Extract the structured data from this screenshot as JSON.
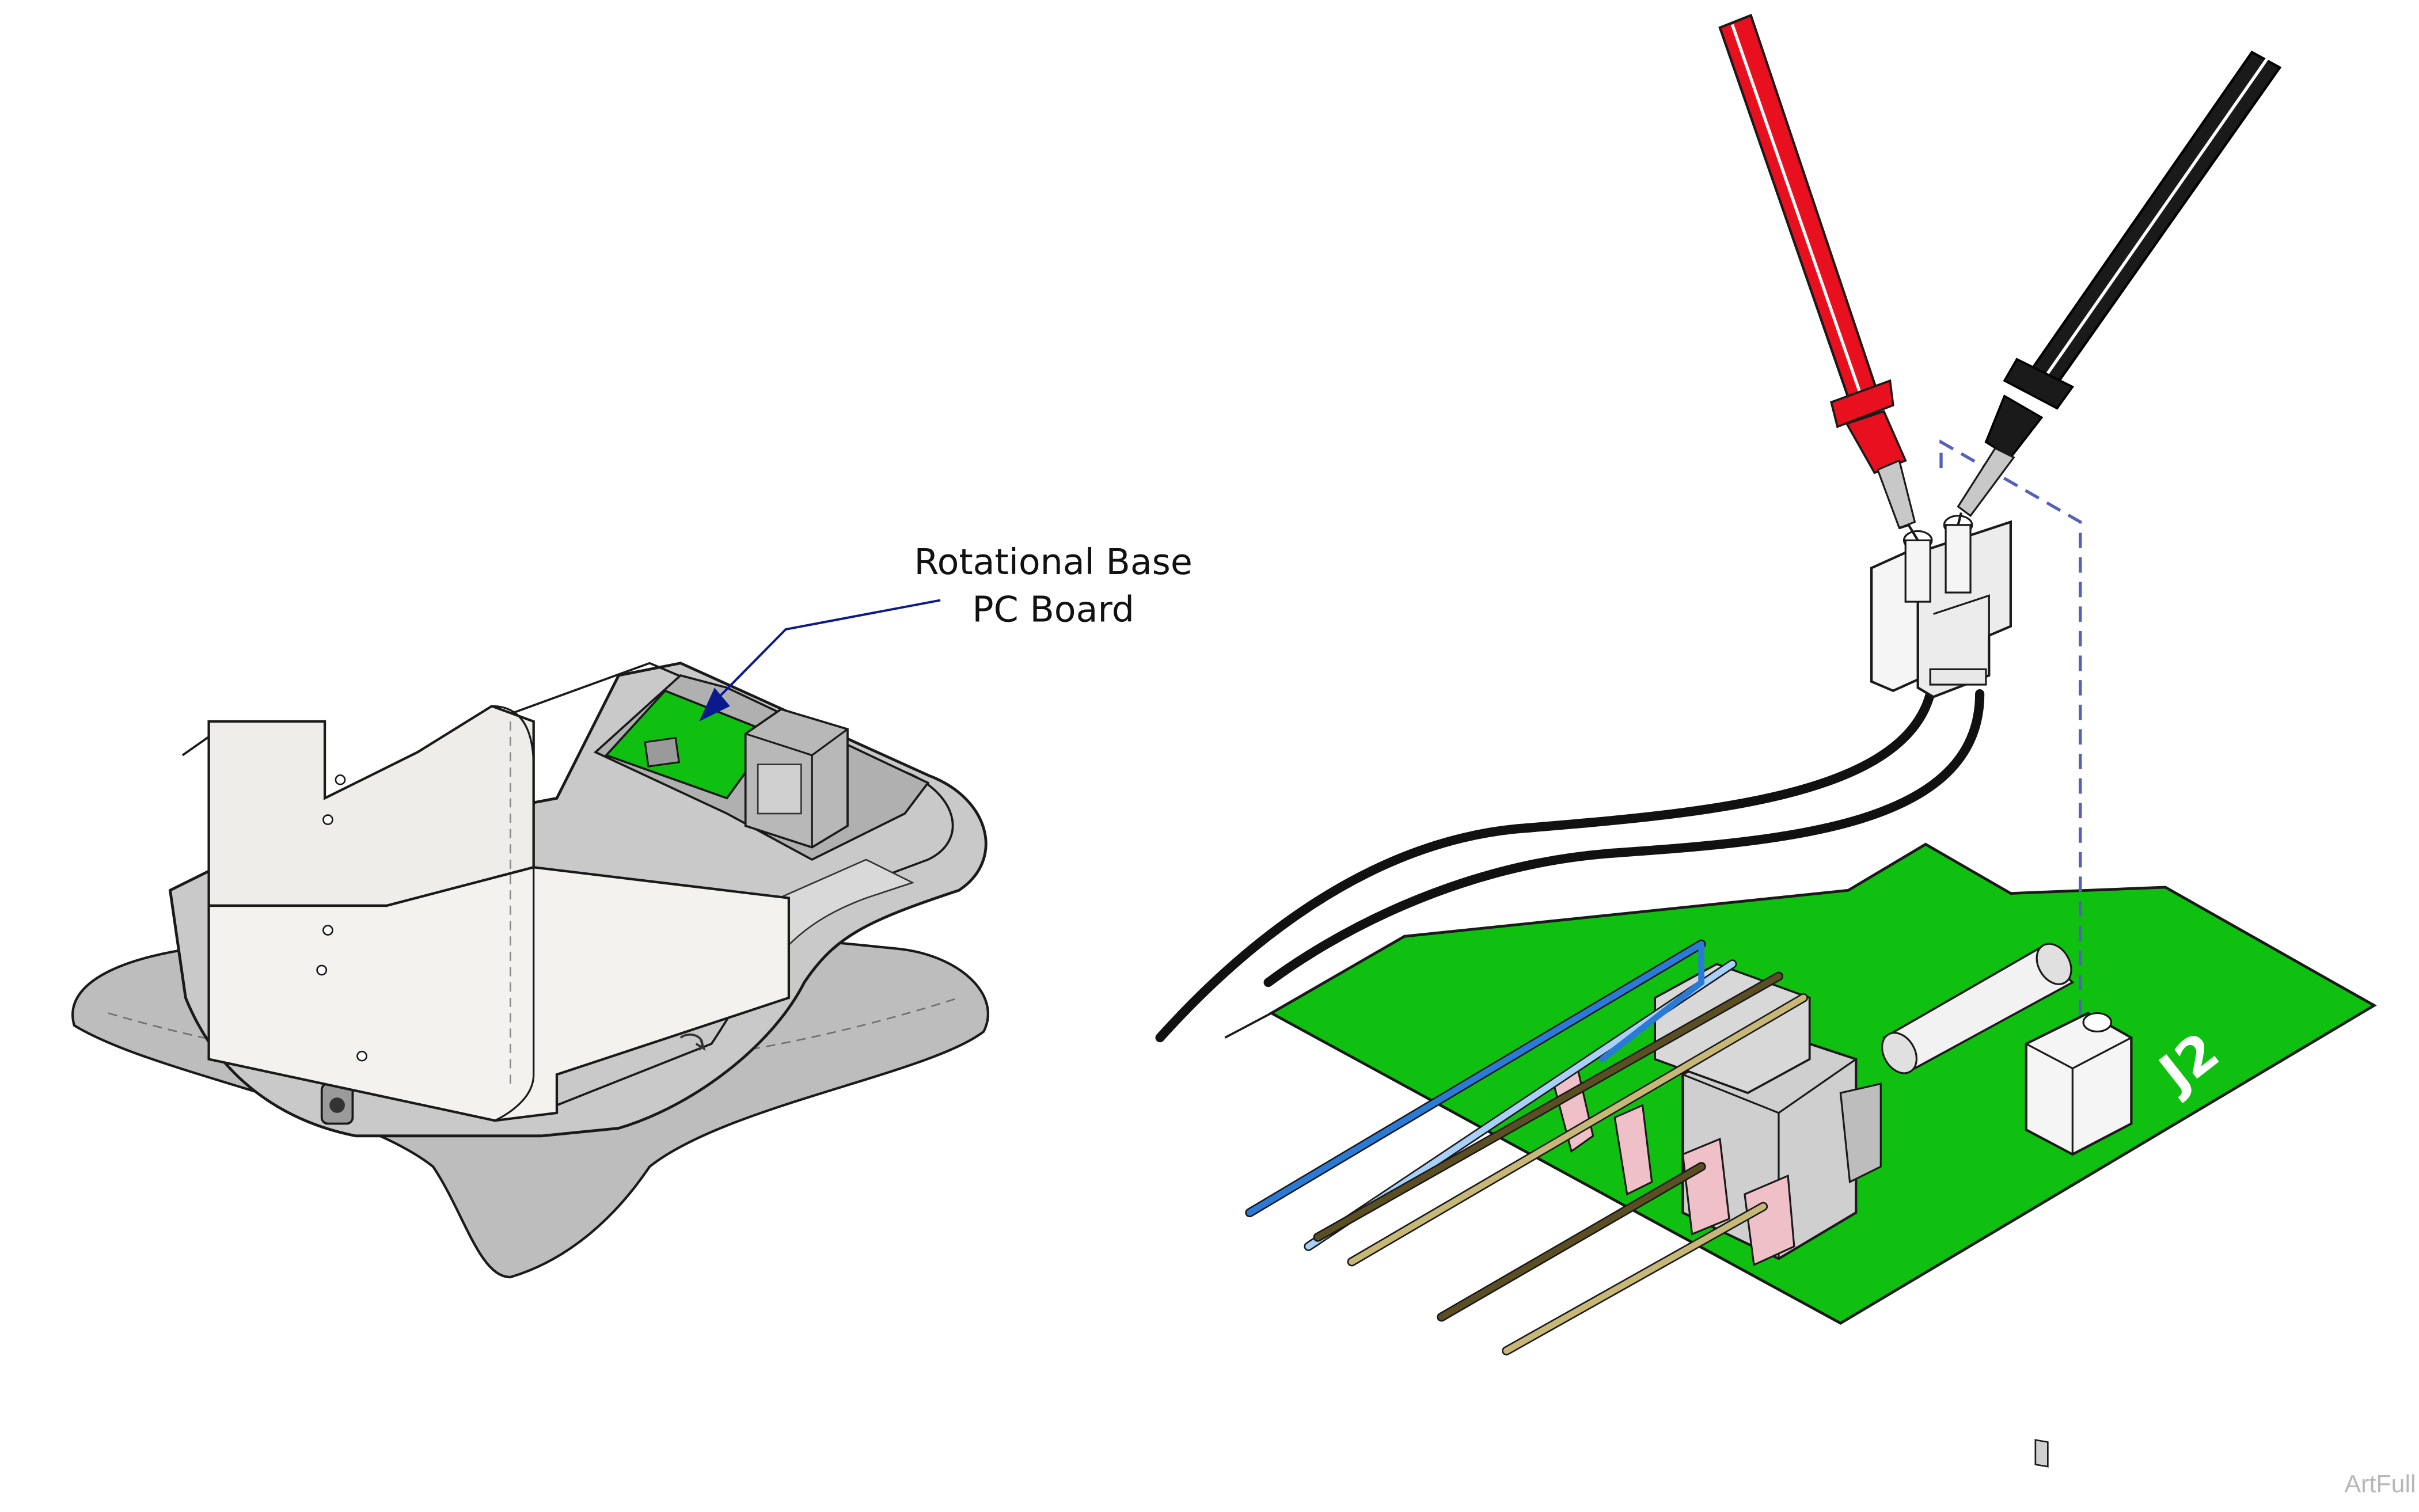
{
  "callout": {
    "line1": "Rotational Base",
    "line2": "PC Board"
  },
  "connector_label": "J2",
  "watermark": "ArtFull",
  "colors": {
    "pcb_green": "#10c010",
    "probe_red": "#e8101e",
    "probe_black": "#1a1a1a",
    "leader_blue": "#0a1a8c",
    "dashed_guide": "#5560b8",
    "wire_blue": "#2a7ad8",
    "wire_brown": "#5a4e22",
    "base_gray": "#c8c8c8",
    "cover_white": "#efedea"
  }
}
